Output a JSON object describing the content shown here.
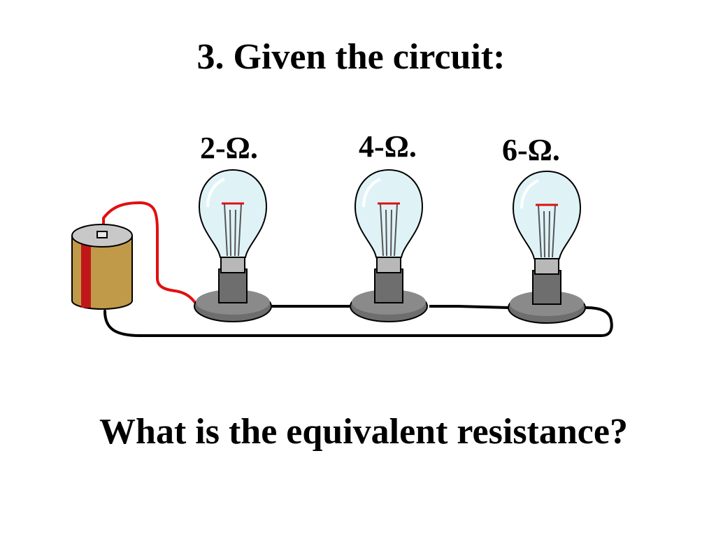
{
  "slide": {
    "title": "3. Given the circuit:",
    "question": "What is the equivalent resistance?"
  },
  "circuit": {
    "bulbs": [
      {
        "label": "2-Ω."
      },
      {
        "label": "4-Ω."
      },
      {
        "label": "6-Ω."
      }
    ],
    "colors": {
      "wire_positive": "#e01010",
      "wire_negative": "#000000",
      "battery_body": "#c09a48",
      "battery_stripe": "#c01818",
      "battery_top": "#c8c8c8",
      "bulb_glass": "#dff3f7",
      "bulb_base": "#6e6e6e",
      "filament": "#e01010"
    }
  }
}
